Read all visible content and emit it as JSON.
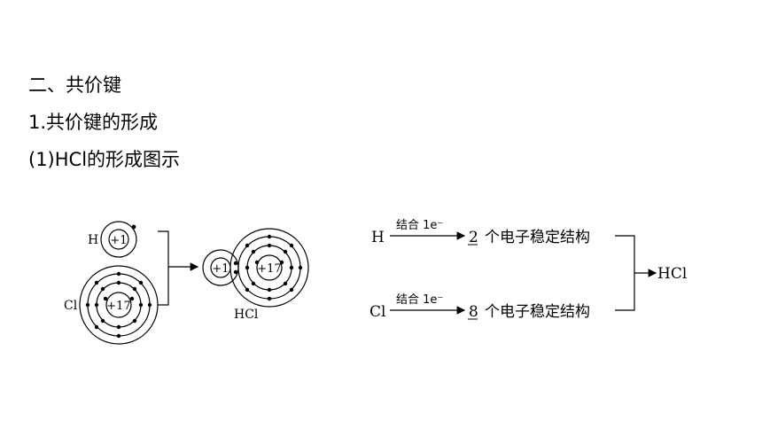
{
  "section": {
    "title": "二、共价键",
    "subtitle": "1.共价键的形成",
    "item": "(1)HCl的形成图示"
  },
  "atom_diagram": {
    "h_symbol": "H",
    "h_nucleus": "+1",
    "cl_symbol": "Cl",
    "cl_nucleus": "+17",
    "hcl_h_nucleus": "+1",
    "hcl_cl_nucleus": "+17",
    "product_label": "HCl"
  },
  "flow": {
    "h_start": "H",
    "h_arrow_label": "结合 1e⁻",
    "h_count": "2",
    "h_text": "个电子稳定结构",
    "cl_start": "Cl",
    "cl_arrow_label": "结合 1e⁻",
    "cl_count": "8",
    "cl_text": "个电子稳定结构",
    "product": "HCl"
  }
}
